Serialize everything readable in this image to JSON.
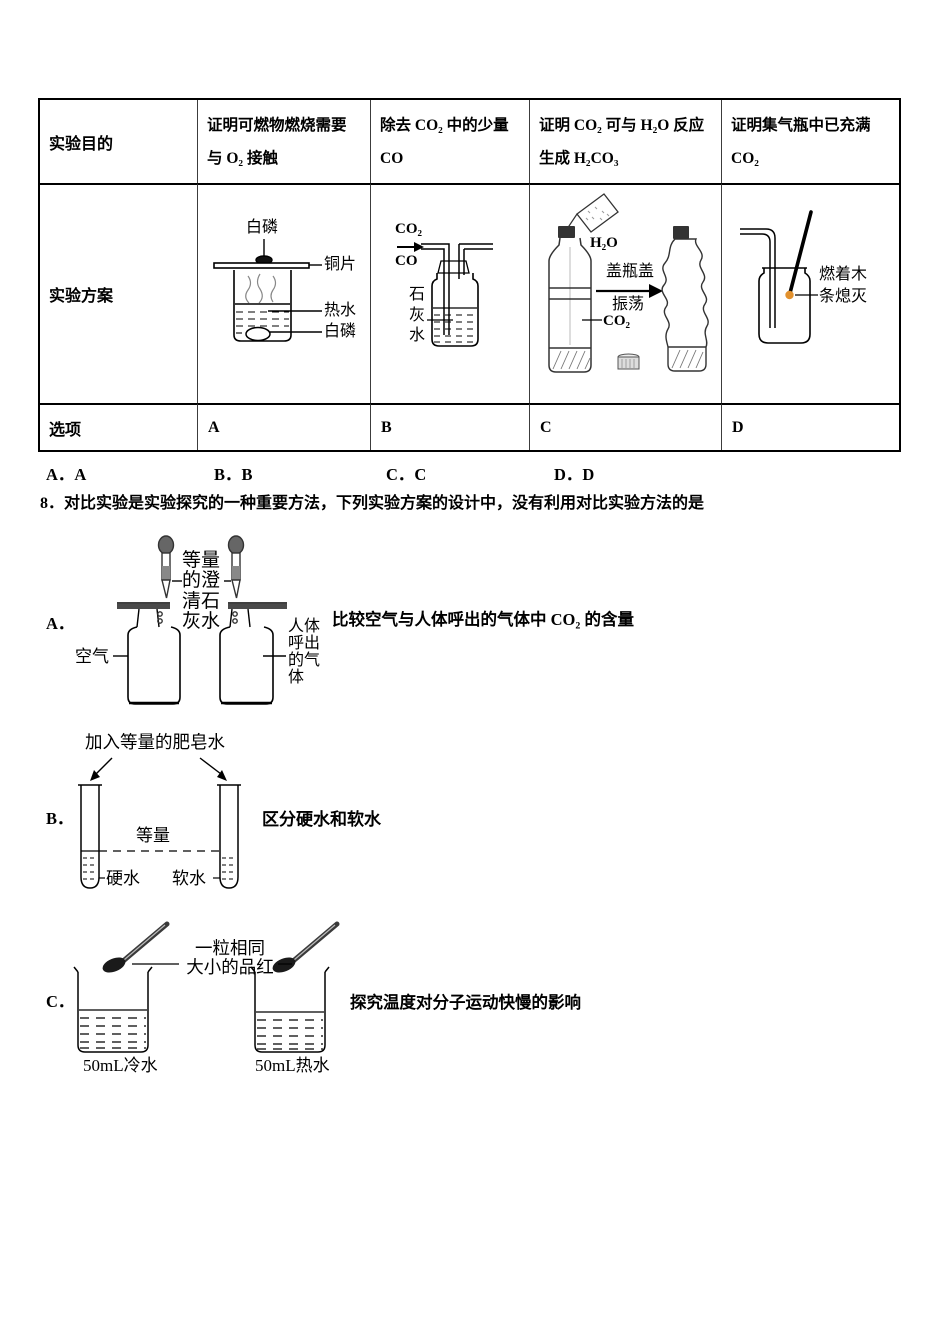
{
  "page": {
    "background": "#ffffff",
    "ink": "#000000"
  },
  "colors": {
    "ember": "#e2912e",
    "stick": "#000000",
    "cap_dark": "#333333"
  },
  "table": {
    "purpose_row_label": "实验目的",
    "scheme_row_label": "实验方案",
    "options_row_label": "选项",
    "columns": [
      {
        "line1": "证明可燃物燃烧需要",
        "line2": "与 O₂ 接触",
        "option": "A"
      },
      {
        "line1": "除去 CO₂ 中的少量",
        "line2": "CO",
        "option": "B"
      },
      {
        "line1": "证明 CO₂ 可与 H₂O 反应",
        "line2": "生成 H₂CO₃",
        "option": "C"
      },
      {
        "line1": "证明集气瓶中已充满",
        "line2": "CO₂",
        "option": "D"
      }
    ],
    "diagrams": {
      "d1": {
        "top_label": "白磷",
        "copper_label": "铜片",
        "water_label": "热水",
        "bottom_label": "白磷"
      },
      "d2": {
        "gas_top": "CO₂",
        "gas_bottom": "CO",
        "liquid_label": "石灰水"
      },
      "d3": {
        "pour_label": "H₂O",
        "step_top": "盖瓶盖",
        "step_bottom": "振荡",
        "gas_label": "CO₂"
      },
      "d4": {
        "result_label": "燃着木条熄灭"
      }
    }
  },
  "answer_row": {
    "a": "A．A",
    "b": "B．B",
    "c": "C．C",
    "d": "D．D"
  },
  "question8": {
    "text": "8．对比实验是实验探究的一种重要方法，下列实验方案的设计中，没有利用对比实验方法的是",
    "options": {
      "A": {
        "letter": "A．",
        "dropper_label": "等量的澄清石灰水",
        "left_label": "空气",
        "right_label": "人体呼出的气体",
        "description": "比较空气与人体呼出的气体中 CO₂ 的含量"
      },
      "B": {
        "letter": "B．",
        "top_label": "加入等量的肥皂水",
        "equal_label": "等量",
        "left_label": "硬水",
        "right_label": "软水",
        "description": "区分硬水和软水"
      },
      "C": {
        "letter": "C．",
        "sample_label_line1": "一粒相同",
        "sample_label_line2": "大小的品红",
        "left_label": "50mL冷水",
        "right_label": "50mL热水",
        "description": "探究温度对分子运动快慢的影响"
      }
    }
  }
}
